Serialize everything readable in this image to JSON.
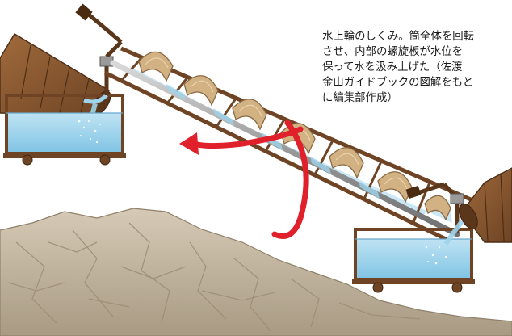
{
  "caption": {
    "lines": [
      "水上輪のしくみ。筒全体を回転",
      "させ、内部の螺旋板が水位を",
      "保って水を汲み上げた（佐渡",
      "金山ガイドブックの図解をもと",
      "に編集部作成）"
    ]
  },
  "colors": {
    "water": "#9ed4ec",
    "wood": "#8a5a34",
    "rock": "#c9bca7",
    "arrow": "#e0202a",
    "spiral": "#c9a878",
    "shaft": "#a9a9a9"
  },
  "icons": {
    "rotation_arrow": "curved-red-arrow-icon"
  }
}
